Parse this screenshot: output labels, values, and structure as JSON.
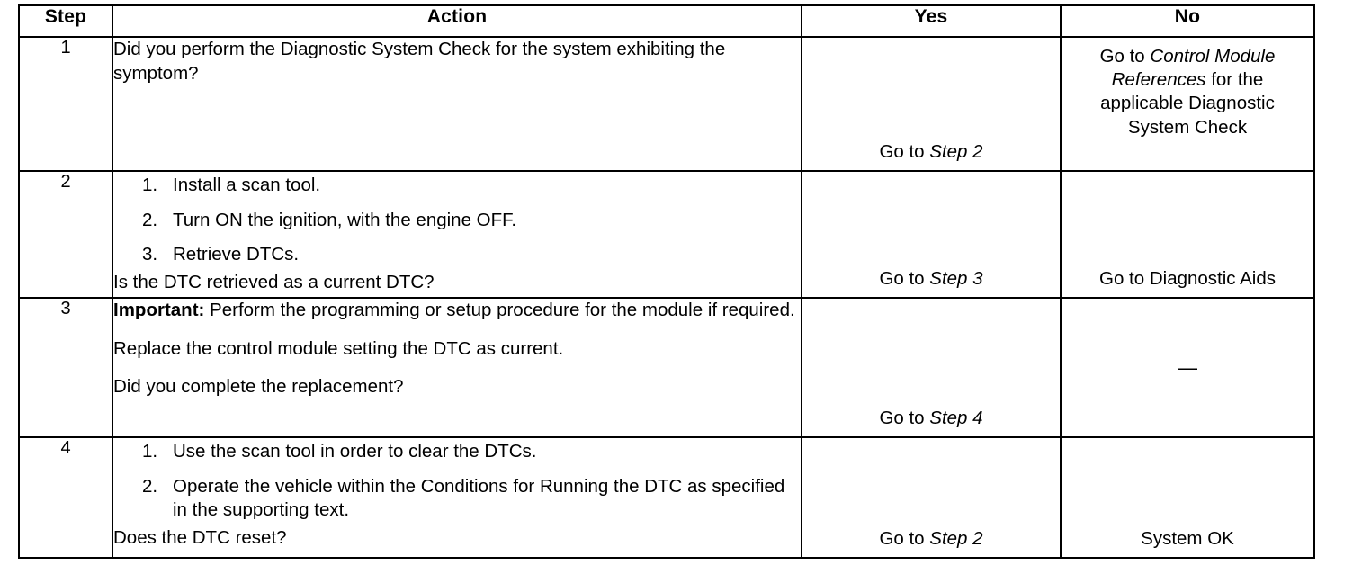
{
  "table": {
    "headers": {
      "step": "Step",
      "action": "Action",
      "yes": "Yes",
      "no": "No"
    },
    "rows": [
      {
        "step": "1",
        "action": {
          "paragraphs": [
            "Did you perform the Diagnostic System Check for the system exhibiting the symptom?"
          ]
        },
        "yes": {
          "prefix": "Go to ",
          "italic": "Step 2",
          "suffix": ""
        },
        "no": {
          "line1_prefix": "Go to ",
          "line1_italic": "Control Module References",
          "line1_suffix": " for the applicable Diagnostic System Check"
        }
      },
      {
        "step": "2",
        "action": {
          "list": [
            {
              "num": "1.",
              "text": "Install a scan tool."
            },
            {
              "num": "2.",
              "text": "Turn ON the ignition, with the engine OFF."
            },
            {
              "num": "3.",
              "text": "Retrieve DTCs."
            }
          ],
          "question": "Is the DTC retrieved as a current DTC?"
        },
        "yes": {
          "prefix": "Go to ",
          "italic": "Step 3",
          "suffix": ""
        },
        "no": {
          "plain": "Go to Diagnostic Aids"
        }
      },
      {
        "step": "3",
        "action": {
          "important_label": "Important:",
          "important_text": " Perform the programming or setup procedure for the module if required.",
          "body": "Replace the control module setting the DTC as current.",
          "question": "Did you complete the replacement?"
        },
        "yes": {
          "prefix": "Go to ",
          "italic": "Step 4",
          "suffix": ""
        },
        "no": {
          "dash": "—"
        }
      },
      {
        "step": "4",
        "action": {
          "list": [
            {
              "num": "1.",
              "text": "Use the scan tool in order to clear the DTCs."
            },
            {
              "num": "2.",
              "text": "Operate the vehicle within the Conditions for Running the DTC as specified in the supporting text."
            }
          ],
          "question": "Does the DTC reset?"
        },
        "yes": {
          "prefix": "Go to ",
          "italic": "Step 2",
          "suffix": ""
        },
        "no": {
          "plain": "System OK"
        }
      }
    ]
  },
  "colors": {
    "border": "#000000",
    "text": "#000000",
    "background": "#ffffff"
  }
}
